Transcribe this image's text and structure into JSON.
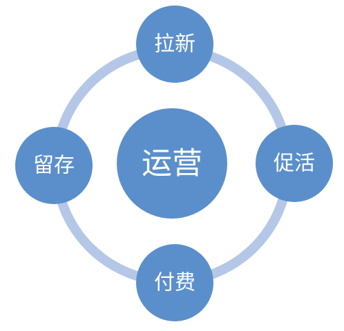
{
  "diagram": {
    "colors": {
      "ring": "#b4c7e7",
      "node": "#5b8fcb",
      "center": "#5b8fcb",
      "text": "#ffffff",
      "background": "#ffffff"
    },
    "center": {
      "label": "运营"
    },
    "nodes": [
      {
        "id": "top",
        "label": "拉新"
      },
      {
        "id": "right",
        "label": "促活"
      },
      {
        "id": "bottom",
        "label": "付费"
      },
      {
        "id": "left",
        "label": "留存"
      }
    ]
  }
}
